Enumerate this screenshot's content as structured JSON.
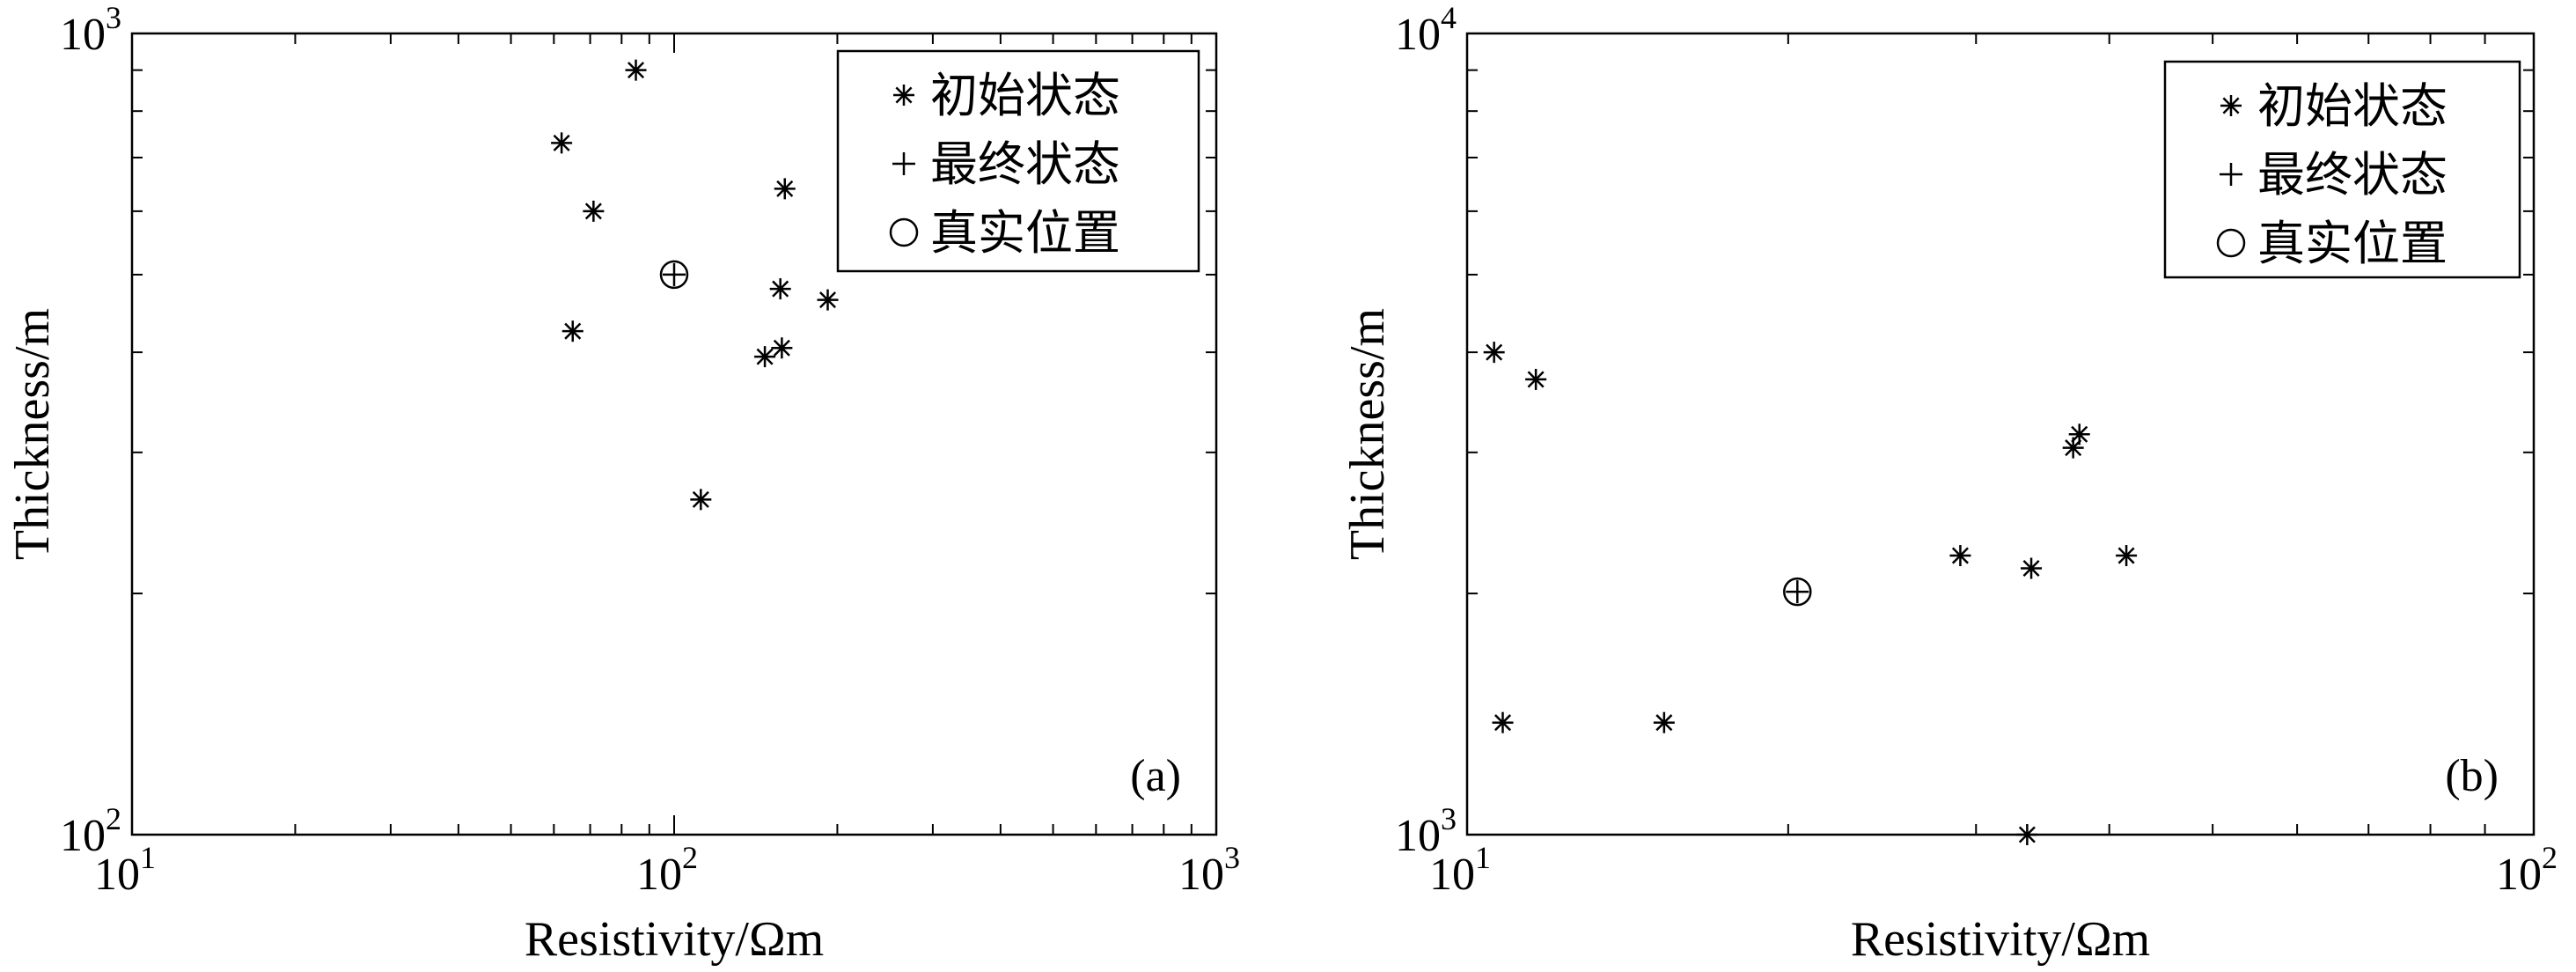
{
  "chart_data": [
    {
      "type": "scatter",
      "panel_label": "(a)",
      "xlabel": "Resistivity/Ωm",
      "ylabel": "Thickness/m",
      "xscale": "log",
      "yscale": "log",
      "xlim": [
        10,
        1000
      ],
      "ylim": [
        100,
        1000
      ],
      "x_ticks": [
        {
          "base": "10",
          "exp": "1"
        },
        {
          "base": "10",
          "exp": "2"
        },
        {
          "base": "10",
          "exp": "3"
        }
      ],
      "y_ticks": [
        {
          "base": "10",
          "exp": "2"
        },
        {
          "base": "10",
          "exp": "3"
        }
      ],
      "legend_position": "top-right",
      "legend": [
        {
          "marker": "star",
          "label": "初始状态"
        },
        {
          "marker": "plus",
          "label": "最终状态"
        },
        {
          "marker": "circle",
          "label": "真实位置"
        }
      ],
      "series": [
        {
          "marker": "star",
          "points": [
            {
              "x": 85,
              "y": 900
            },
            {
              "x": 62,
              "y": 730
            },
            {
              "x": 160,
              "y": 640
            },
            {
              "x": 71,
              "y": 600
            },
            {
              "x": 157,
              "y": 480
            },
            {
              "x": 192,
              "y": 465
            },
            {
              "x": 65,
              "y": 425
            },
            {
              "x": 158,
              "y": 405
            },
            {
              "x": 147,
              "y": 395
            },
            {
              "x": 112,
              "y": 262
            }
          ]
        },
        {
          "marker": "plus",
          "points": [
            {
              "x": 100,
              "y": 500
            }
          ]
        },
        {
          "marker": "circle",
          "points": [
            {
              "x": 100,
              "y": 500
            }
          ]
        }
      ]
    },
    {
      "type": "scatter",
      "panel_label": "(b)",
      "xlabel": "Resistivity/Ωm",
      "ylabel": "Thickness/m",
      "xscale": "log",
      "yscale": "log",
      "xlim": [
        10,
        100
      ],
      "ylim": [
        1000,
        10000
      ],
      "x_ticks": [
        {
          "base": "10",
          "exp": "1"
        },
        {
          "base": "10",
          "exp": "2"
        }
      ],
      "y_ticks": [
        {
          "base": "10",
          "exp": "3"
        },
        {
          "base": "10",
          "exp": "4"
        }
      ],
      "legend_position": "top-right",
      "legend": [
        {
          "marker": "star",
          "label": "初始状态"
        },
        {
          "marker": "plus",
          "label": "最终状态"
        },
        {
          "marker": "circle",
          "label": "真实位置"
        }
      ],
      "series": [
        {
          "marker": "star",
          "points": [
            {
              "x": 10.6,
              "y": 4000
            },
            {
              "x": 11.6,
              "y": 3700
            },
            {
              "x": 37.5,
              "y": 3160
            },
            {
              "x": 37.0,
              "y": 3040
            },
            {
              "x": 29.0,
              "y": 2230
            },
            {
              "x": 33.8,
              "y": 2150
            },
            {
              "x": 41.5,
              "y": 2230
            },
            {
              "x": 10.8,
              "y": 1380
            },
            {
              "x": 15.3,
              "y": 1380
            },
            {
              "x": 33.5,
              "y": 1000
            }
          ]
        },
        {
          "marker": "plus",
          "points": [
            {
              "x": 20.4,
              "y": 2010
            }
          ]
        },
        {
          "marker": "circle",
          "points": [
            {
              "x": 20.4,
              "y": 2010
            }
          ]
        }
      ]
    }
  ]
}
